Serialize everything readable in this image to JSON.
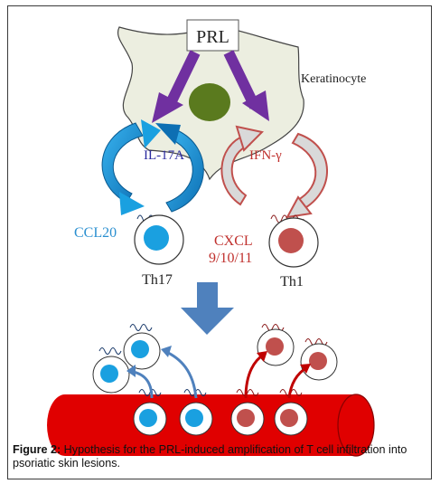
{
  "diagram": {
    "prl_label": "PRL",
    "keratinocyte_label": "Keratinocyte",
    "il17a_label": "IL-17A",
    "ifng_label": "IFN-γ",
    "ccl20_label": "CCL20",
    "cxcl_label_line1": "CXCL",
    "cxcl_label_line2": "9/10/11",
    "th17_label": "Th17",
    "th1_label": "Th1"
  },
  "colors": {
    "blue": "#1aa0e0",
    "red": "#c0504d",
    "purple": "#7030a0",
    "nucleus": "#5a7a1e",
    "cell_bg": "#eceee0",
    "vessel": "#e00000",
    "down_arrow": "#4f81bd"
  },
  "caption": {
    "label": "Figure 2:",
    "text": " Hypothesis for the PRL-induced amplification of T cell infiltration into psoriatic skin lesions."
  }
}
